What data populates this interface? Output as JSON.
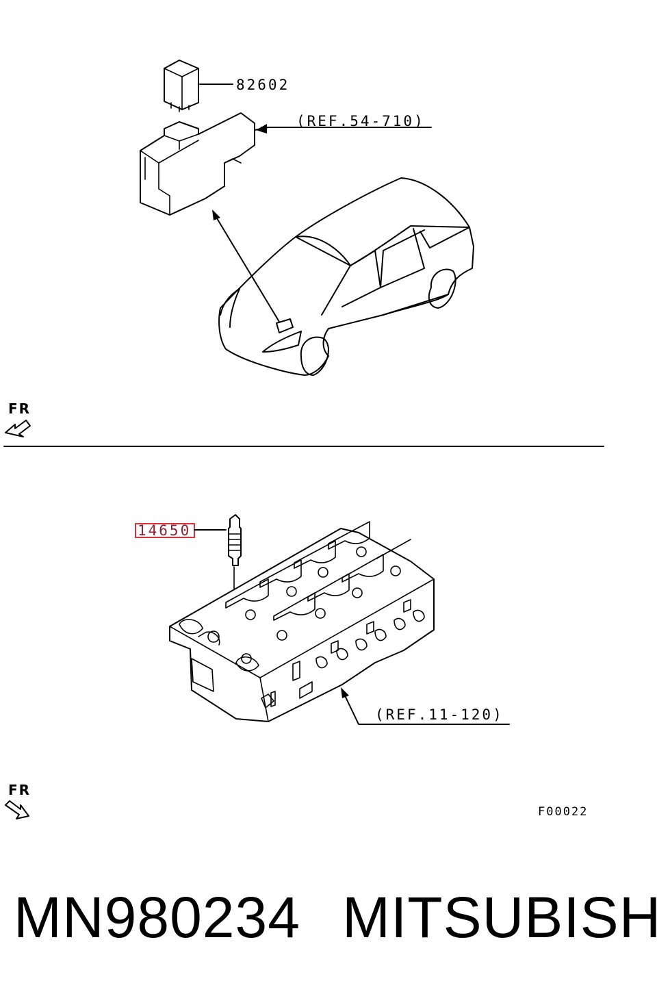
{
  "labels": {
    "relay_part": "82602",
    "ref_upper": "(REF.54-710)",
    "fr_upper": "FR",
    "glow_plug_part": "14650",
    "ref_lower": "(REF.11-120)",
    "fr_lower": "FR",
    "drawing_code": "F00022"
  },
  "footer": {
    "part_number": "MN980234",
    "brand": "MITSUBISHI"
  },
  "colors": {
    "line": "#000000",
    "highlight_box": "#d9303c",
    "highlight_text": "#8a2530"
  }
}
